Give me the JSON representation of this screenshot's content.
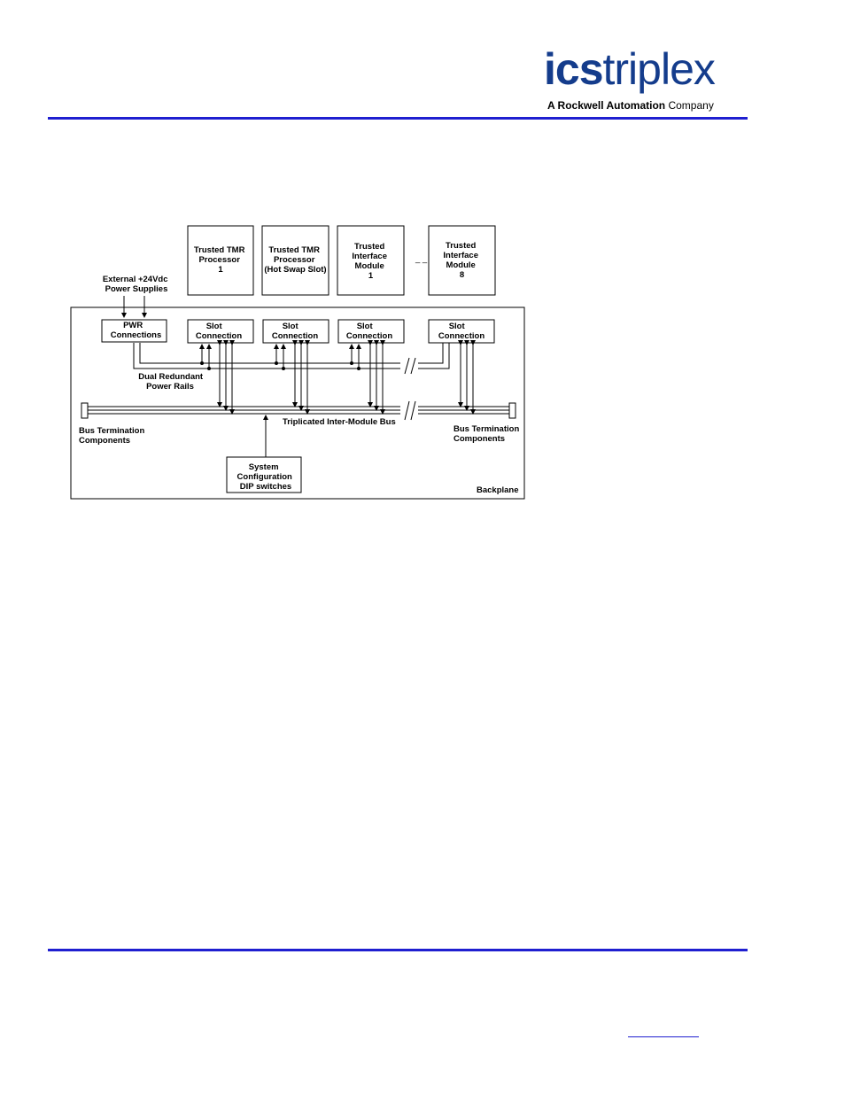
{
  "logo": {
    "brand_bold": "ics",
    "brand_light": "triplex",
    "tagline_bold": "A Rockwell Automation",
    "tagline_light": "Company",
    "brand_color": "#143c8c"
  },
  "colors": {
    "rule": "#1f1fd0",
    "diagram_line": "#000000"
  },
  "diagram": {
    "modules": [
      {
        "lines": [
          "Trusted TMR",
          "Processor",
          "1"
        ]
      },
      {
        "lines": [
          "Trusted TMR",
          "Processor",
          "(Hot Swap Slot)"
        ]
      },
      {
        "lines": [
          "Trusted",
          "Interface",
          "Module",
          "1"
        ]
      },
      {
        "lines": [
          "Trusted",
          "Interface",
          "Module",
          "8"
        ]
      }
    ],
    "module_ellipsis": "_ _",
    "power_input": [
      "External +24Vdc",
      "Power Supplies"
    ],
    "pwr_box": [
      "PWR",
      "Connections"
    ],
    "slot_box": [
      "Slot",
      "Connection"
    ],
    "power_rails": [
      "Dual Redundant",
      "Power Rails"
    ],
    "bus_label": "Triplicated Inter-Module Bus",
    "bus_termination": [
      "Bus Termination",
      "Components"
    ],
    "dip_box": [
      "System",
      "Configuration",
      "DIP switches"
    ],
    "backplane_label": "Backplane"
  }
}
